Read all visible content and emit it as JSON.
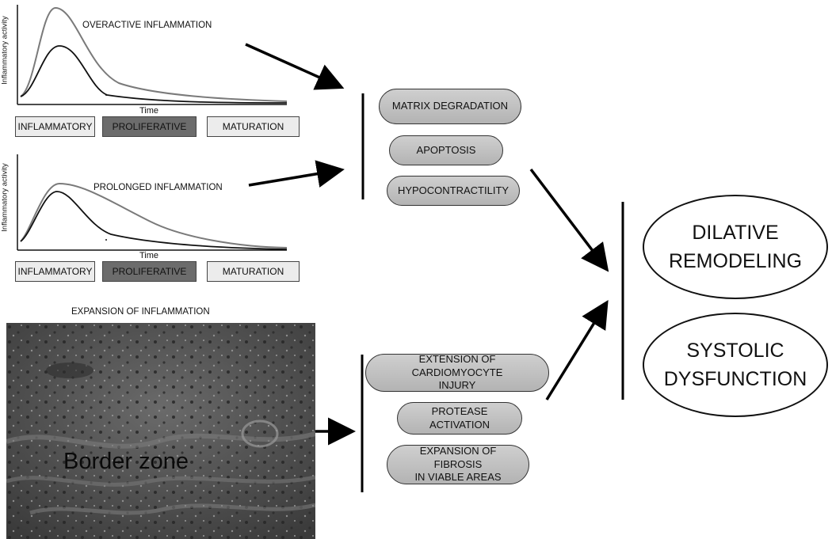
{
  "curve_panels": [
    {
      "ylabel": "Inflammatory activity",
      "xlabel": "Time",
      "title": "OVERACTIVE INFLAMMATION",
      "phases": [
        "INFLAMMATORY",
        "PROLIFERATIVE",
        "MATURATION"
      ]
    },
    {
      "ylabel": "Inflammatory activity",
      "xlabel": "Time",
      "title": "PROLONGED INFLAMMATION",
      "phases": [
        "INFLAMMATORY",
        "PROLIFERATIVE",
        "MATURATION"
      ]
    }
  ],
  "histology": {
    "title": "EXPANSION OF INFLAMMATION",
    "label": "Border zone"
  },
  "upper_effects": [
    "MATRIX DEGRADATION",
    "APOPTOSIS",
    "HYPOCONTRACTILITY"
  ],
  "lower_effects": [
    [
      "EXTENSION OF CARDIOMYOCYTE",
      "INJURY"
    ],
    [
      "PROTEASE ACTIVATION"
    ],
    [
      "EXPANSION OF FIBROSIS",
      "IN VIABLE AREAS"
    ]
  ],
  "outcomes": [
    [
      "DILATIVE",
      "REMODELING"
    ],
    [
      "SYSTOLIC",
      "DYSFUNCTION"
    ]
  ],
  "colors": {
    "curve_outer": "#7a7a7a",
    "curve_inner": "#111111",
    "proliferative_fill": "#6c6c6c",
    "phase_fill": "#ececec",
    "pill_fill": "#bdbdbd"
  }
}
